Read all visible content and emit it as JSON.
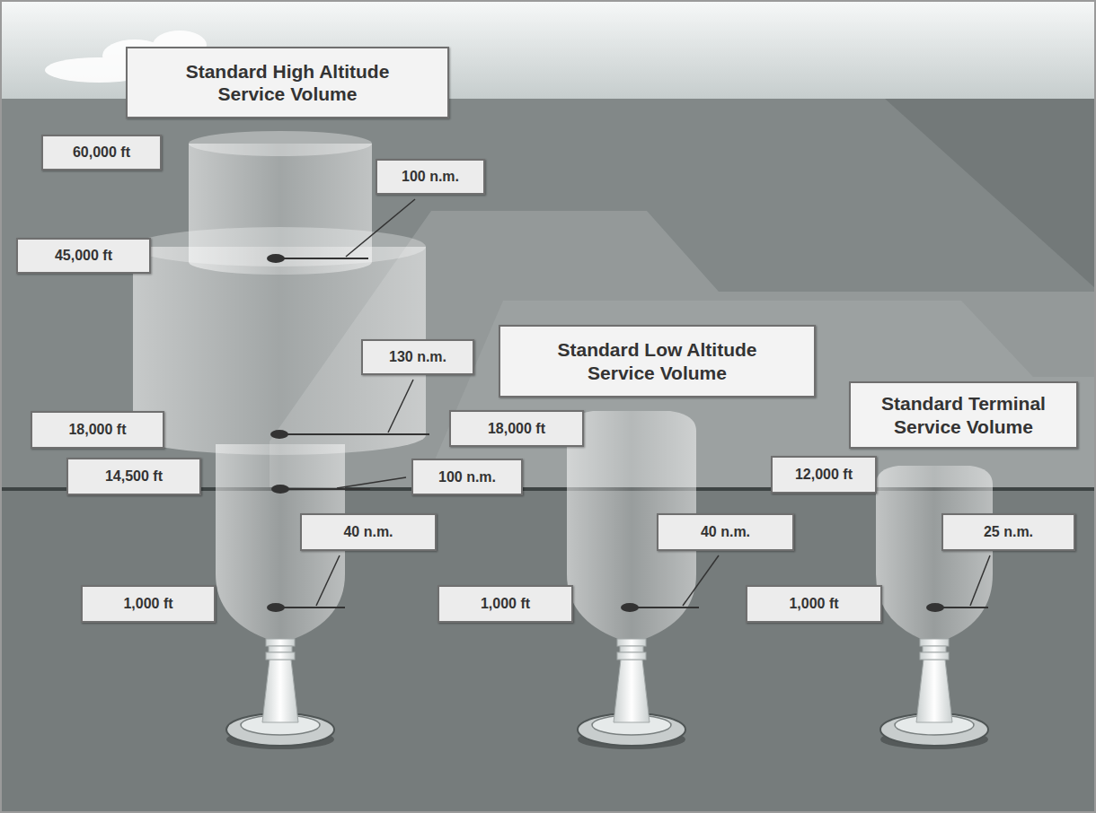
{
  "diagram": {
    "nodes": [
      {
        "text": [
          "Standard High Altitude Service Volume"
        ]
      },
      {
        "text": [
          "60,000 ft"
        ]
      },
      {
        "text": [
          "100 n.m."
        ]
      },
      {
        "text": [
          "45,000 ft"
        ]
      },
      {
        "text": [
          "Standard Low Altitude Service Volume"
        ]
      },
      {
        "text": [
          "130 n.m."
        ]
      },
      {
        "text": [
          "Standard Terminal Service Volume"
        ]
      },
      {
        "text": [
          "18,000 ft"
        ]
      },
      {
        "text": [
          "18,000 ft"
        ]
      },
      {
        "text": [
          "14,500 ft"
        ]
      },
      {
        "text": [
          "100 n.m."
        ]
      },
      {
        "text": [
          "12,000 ft"
        ]
      },
      {
        "text": [
          "40 n.m."
        ]
      },
      {
        "text": [
          "40 n.m."
        ]
      },
      {
        "text": [
          "25 n.m."
        ]
      },
      {
        "text": [
          "1,000 ft"
        ]
      },
      {
        "text": [
          "1,000 ft"
        ]
      },
      {
        "text": [
          "1,000 ft"
        ]
      }
    ]
  }
}
